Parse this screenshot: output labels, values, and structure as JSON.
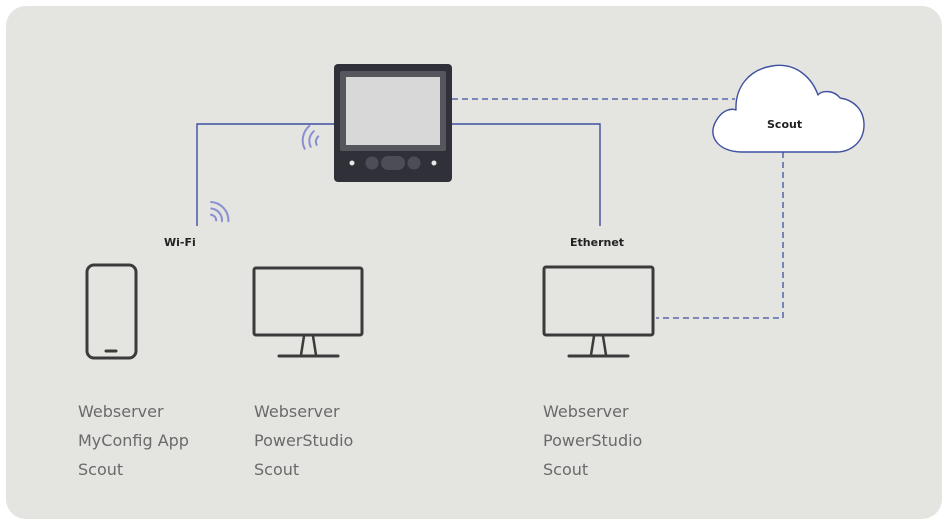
{
  "colors": {
    "background": "#e4e4e1",
    "connection_line": "#3d4fa0",
    "wifi_waves": "#8a8fd0",
    "device_body": "#2f3038",
    "device_screen": "#d8d8d8",
    "outline": "#3b3b3b"
  },
  "labels": {
    "wifi": "Wi-Fi",
    "ethernet": "Ethernet",
    "cloud": "Scout"
  },
  "devices": [
    {
      "icon": "smartphone-icon",
      "lines": [
        "Webserver",
        "MyConfig App",
        "Scout"
      ]
    },
    {
      "icon": "monitor-icon",
      "lines": [
        "Webserver",
        "PowerStudio",
        "Scout"
      ]
    },
    {
      "icon": "monitor-icon",
      "lines": [
        "Webserver",
        "PowerStudio",
        "Scout"
      ]
    }
  ],
  "connections": [
    {
      "from": "meter",
      "to": "wifi",
      "style": "solid"
    },
    {
      "from": "meter",
      "to": "ethernet",
      "style": "solid"
    },
    {
      "from": "meter",
      "to": "cloud",
      "style": "dashed"
    },
    {
      "from": "cloud",
      "to": "ethernet-monitor",
      "style": "dashed"
    }
  ]
}
